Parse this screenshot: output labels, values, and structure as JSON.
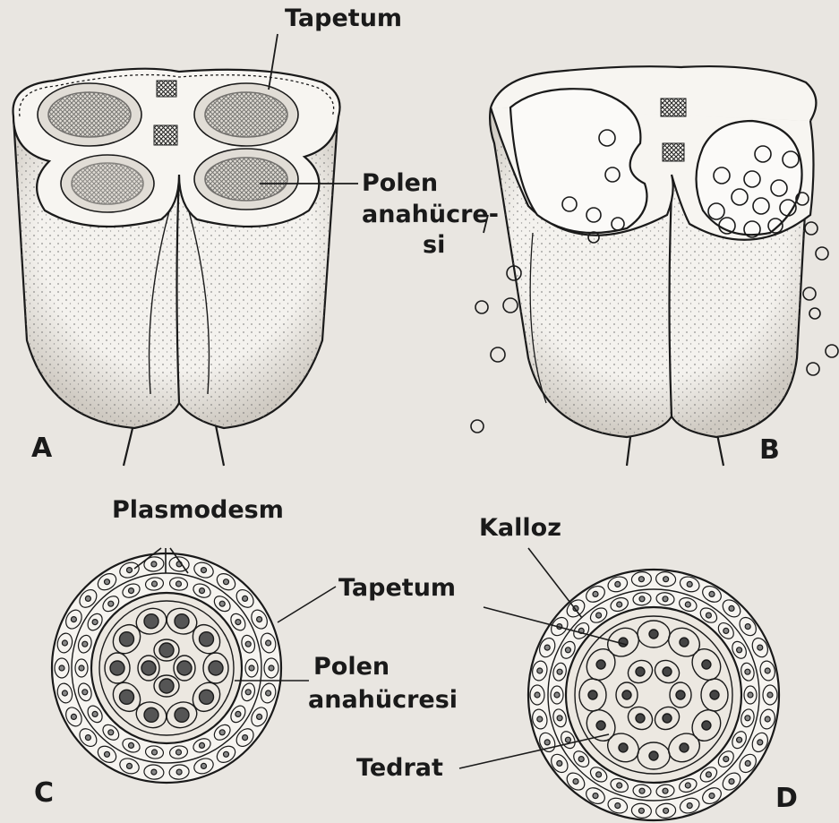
{
  "labels": {
    "tapetum_top": "Tapetum",
    "polen_a_1": "Polen",
    "polen_a_2": "anahücre-",
    "polen_a_3": "si",
    "plasmodesm": "Plasmodesm",
    "kalloz": "Kalloz",
    "tapetum_mid": "Tapetum",
    "polen_c_1": "Polen",
    "polen_c_2": "anahücresi",
    "tedrat": "Tedrat"
  },
  "panels": {
    "a": "A",
    "b": "B",
    "c": "C",
    "d": "D"
  },
  "colors": {
    "paper": "#e9e6e1",
    "ink": "#1a1a1a",
    "stipple": "#666666"
  }
}
